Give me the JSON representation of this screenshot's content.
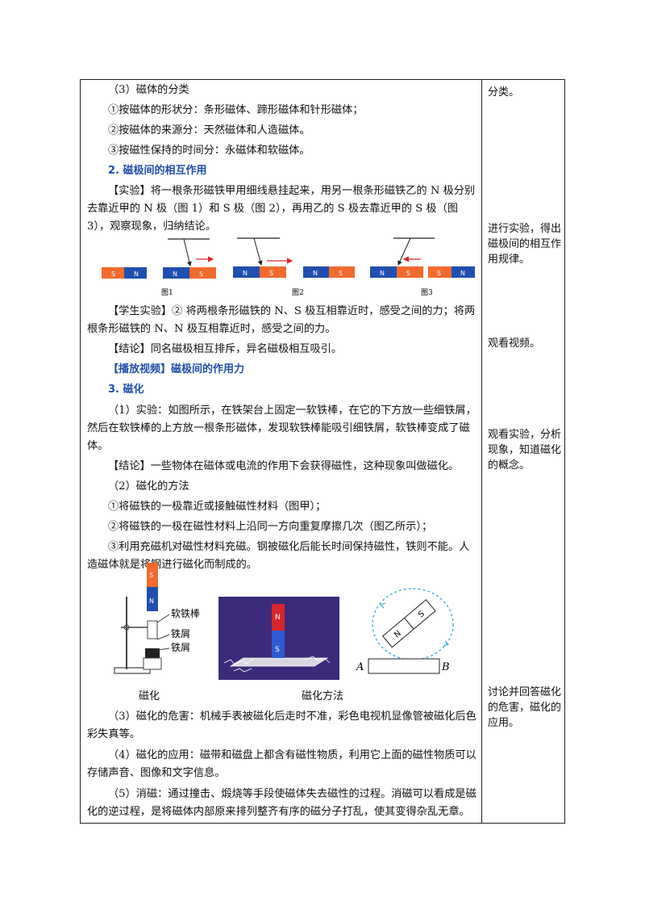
{
  "main": {
    "p1": "（3）磁体的分类",
    "p2": "①按磁体的形状分：条形磁体、蹄形磁体和针形磁体；",
    "p3": "②按磁体的来源分：天然磁体和人造磁体。",
    "p4": "③按磁性保持的时间分：永磁体和软磁体。",
    "h2": "2. 磁极间的相互作用",
    "p5": "【实验】将一根条形磁铁甲用细线悬挂起来，用另一根条形磁铁乙的 N 极分别去靠近甲的 N 极（图 1）和 S 极（图 2），再用乙的 S 极去靠近甲的 S 极（图 3），观察现象，归纳结论。",
    "p6": "【学生实验】② 将两根条形磁铁的 N、S 极互相靠近时，感受之间的力；将两根条形磁铁的 N、N 极互相靠近时，感受之间的力。",
    "p7": "【结论】同名磁极相互排斥，异名磁极相互吸引。",
    "video": "【播放视频】磁极间的作用力",
    "h3": "3. 磁化",
    "p8": "（1）实验：如图所示，在铁架台上固定一软铁棒，在它的下方放一些细铁屑，然后在软铁棒的上方放一根条形磁体，发现软铁棒能吸引细铁屑，软铁棒变成了磁体。",
    "p9": "【结论】一些物体在磁体或电流的作用下会获得磁性，这种现象叫做磁化。",
    "p10": "（2）磁化的方法",
    "p11": "①将磁铁的一极靠近或接触磁性材料（图甲）；",
    "p12": "②将磁铁的一极在磁性材料上沿同一方向重复摩擦几次（图乙所示）；",
    "p13": "③利用充磁机对磁性材料充磁。钢被磁化后能长时间保持磁性，铁则不能。人造磁体就是将钢进行磁化而制成的。",
    "p14": "（3）磁化的危害：机械手表被磁化后走时不准，彩色电视机显像管被磁化后色彩失真等。",
    "p15": "（4）磁化的应用：磁带和磁盘上都含有磁性物质，利用它上面的磁性物质可以存储声音、图像和文字信息。",
    "p16": "（5）消磁：通过撞击、煅烧等手段使磁体失去磁性的过程。消磁可以看成是磁化的逆过程，是将磁体内部原来排列整齐有序的磁分子打乱，使其变得杂乱无章。"
  },
  "side": {
    "s1": "分类。",
    "s2": "进行实验，得出磁极间的相互作用规律。",
    "s3": "观看视频。",
    "s4": "观看实验，分析现象，知道磁化的概念。",
    "s5": "讨论并回答磁化的危害，磁化的应用。"
  },
  "figure1": {
    "fig1": "图1",
    "fig2": "图2",
    "fig3": "图3",
    "n": "N",
    "s": "S"
  },
  "figure2": {
    "label_rod": "软铁棒",
    "label_filings1": "铁屑",
    "label_filings2": "铁屑",
    "cap_left": "磁化",
    "cap_mid": "磁化方法",
    "label_a": "A",
    "label_b": "B",
    "n": "N",
    "s": "S"
  },
  "colors": {
    "north": "#1f4fb0",
    "south": "#f26a2e",
    "heading": "#1f4fa8",
    "arrow": "#d9262b"
  }
}
